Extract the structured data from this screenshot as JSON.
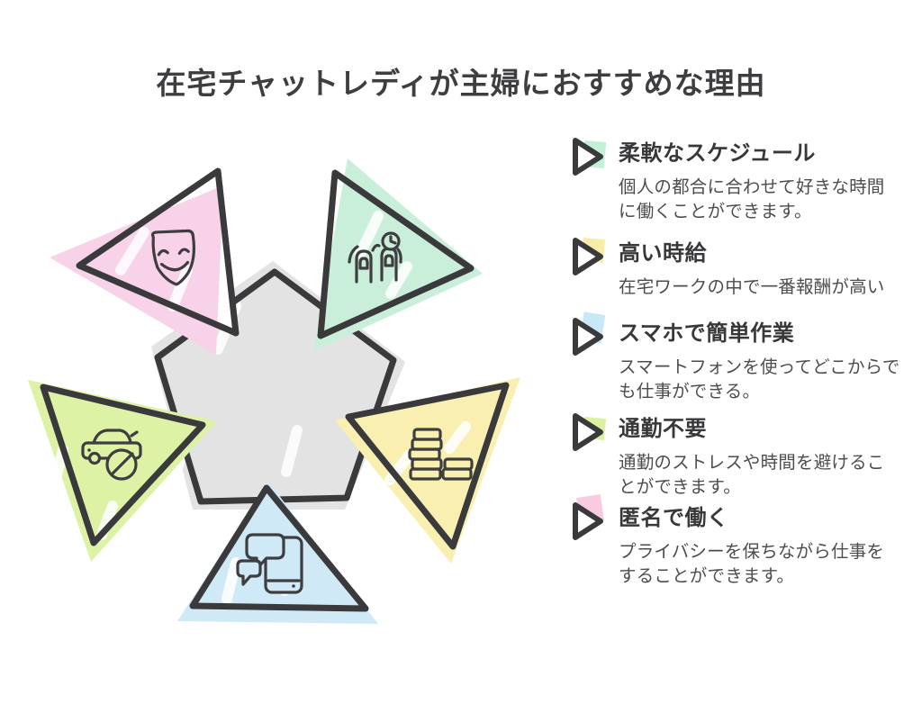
{
  "title": {
    "text": "在宅チャットレディが主婦におすすめな理由"
  },
  "colors": {
    "outline": "#3a3a3d",
    "title_text": "#3e3e41",
    "heading_text": "#38383b",
    "body_text": "#4d4d4f"
  },
  "diagram": {
    "pentagon": {
      "color": "#e3e3e3"
    },
    "segments": [
      {
        "icon": "theater-mask-icon",
        "color": "#f7d2e8",
        "position": "top-left"
      },
      {
        "icon": "person-clock-icon",
        "color": "#c9efda",
        "position": "top-right"
      },
      {
        "icon": "no-car-icon",
        "color": "#ddf2a5",
        "position": "left"
      },
      {
        "icon": "coin-stack-icon",
        "color": "#f9efb0",
        "position": "right"
      },
      {
        "icon": "phone-chat-icon",
        "color": "#cfe9f7",
        "position": "bottom"
      }
    ]
  },
  "list": {
    "items": [
      {
        "icon": "play-triangle-icon",
        "accent": "#c2f1d7",
        "heading": "柔軟なスケジュール",
        "description": "個人の都合に合わせて好きな時間\nに働くことができます。"
      },
      {
        "icon": "play-triangle-icon",
        "accent": "#f8eda6",
        "heading": "高い時給",
        "description": "在宅ワークの中で一番報酬が高い"
      },
      {
        "icon": "play-triangle-icon",
        "accent": "#c8e8f8",
        "heading": "スマホで簡単作業",
        "description": "スマートフォンを使ってどこからで\nも仕事ができる。"
      },
      {
        "icon": "play-triangle-icon",
        "accent": "#dcf0a2",
        "heading": "通勤不要",
        "description": "通勤のストレスや時間を避けるこ\nとができます。"
      },
      {
        "icon": "play-triangle-icon",
        "accent": "#f9cbe3",
        "heading": "匿名で働く",
        "description": "プライバシーを保ちながら仕事を\nすることができます。"
      }
    ]
  }
}
